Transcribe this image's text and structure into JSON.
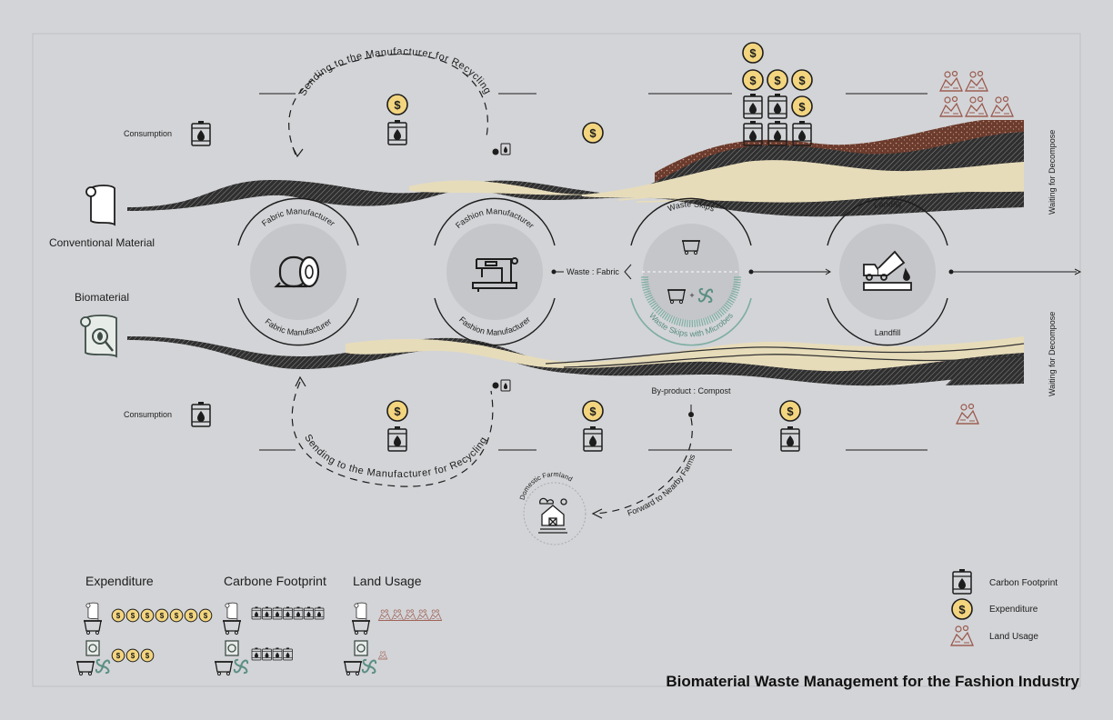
{
  "title": "Biomaterial Waste Management for the Fashion Industry",
  "sources": {
    "conventional": "Conventional Material",
    "bio": "Biomaterial"
  },
  "stages": {
    "fabric_top": "Fabric Manufacturer",
    "fabric_bottom": "Fabric Manufacturer",
    "fashion_top": "Fashion Manufacturer",
    "fashion_bottom": "Fashion Manufacturer",
    "skips_top": "Waste Skips",
    "skips_bottom": "Waste Skips with Microbes",
    "landfill_top": "Landfill",
    "landfill_bottom": "Landfill"
  },
  "labels": {
    "consumption_top": "Consumption",
    "consumption_bottom": "Consumption",
    "recycle_top": "Sending to the Manufacturer for Recycling",
    "recycle_bottom": "Sending to the Manufacturer for Recycling",
    "waste_fabric": "Waste : Fabric",
    "byproduct": "By-product : Compost",
    "forward": "Forward to Nearby Farms",
    "farmland": "Domestic Farmland",
    "decompose_top": "Waiting for Decompose",
    "decompose_bottom": "Waiting for Decompose"
  },
  "legend": {
    "carbon": "Carbon Footprint",
    "expenditure": "Expenditure",
    "land": "Land Usage"
  },
  "summary": {
    "expenditure": {
      "title": "Expenditure",
      "conventional": 7,
      "bio": 3
    },
    "carbon": {
      "title": "Carbone Footprint",
      "conventional": 7,
      "bio": 4
    },
    "land": {
      "title": "Land Usage",
      "conventional": 5,
      "bio": 1
    }
  },
  "colors": {
    "background": "#d3d4d7",
    "coin": "#f3d57f",
    "band_dark": "#333333",
    "band_cream": "#e7dcba",
    "soil": "#6b3b2d",
    "microbe": "#7eaea3",
    "land_icon": "#9a5a4e"
  }
}
